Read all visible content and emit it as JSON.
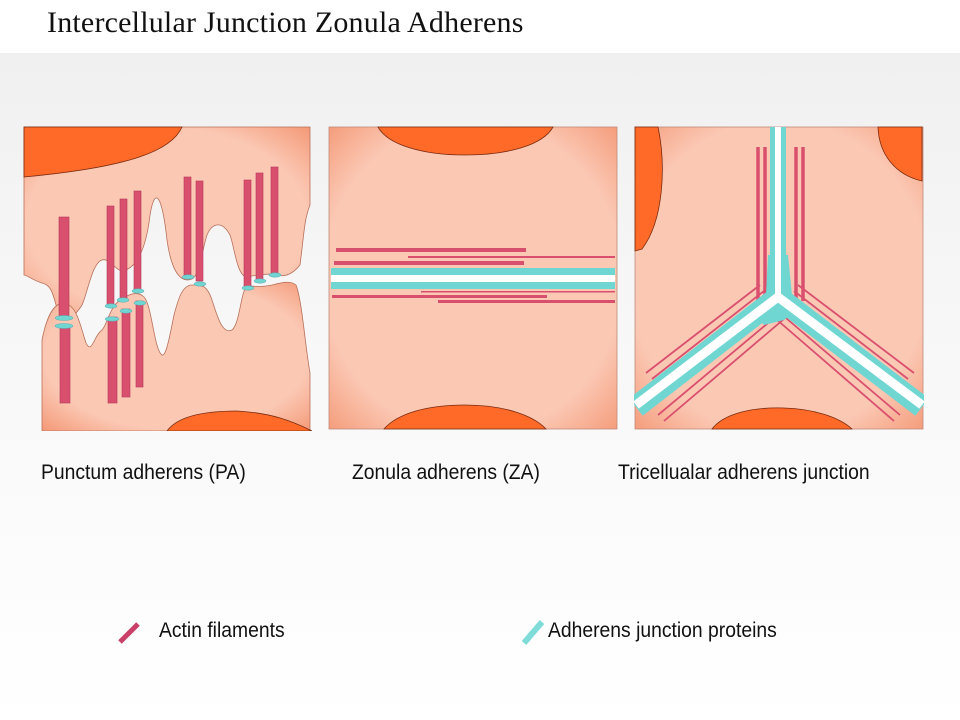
{
  "title": "Intercellular Junction Zonula Adherens",
  "colors": {
    "cell_cytoplasm": "#fbc8b4",
    "cell_edge": "#f49a78",
    "nucleus": "#ff6a28",
    "actin": "#d9506f",
    "adherens_protein": "#6fd6d2",
    "intercellular_space": "#ffffff"
  },
  "panels": [
    {
      "id": "pa",
      "caption": "Punctum adherens (PA)"
    },
    {
      "id": "za",
      "caption": "Zonula adherens (ZA)"
    },
    {
      "id": "tri",
      "caption": "Tricellualar adherens junction"
    }
  ],
  "legend": [
    {
      "label": "Actin filaments",
      "icon": "actin-swatch-icon",
      "color": "#c94068"
    },
    {
      "label": "Adherens junction proteins",
      "icon": "adherens-protein-swatch-icon",
      "color": "#7fdcd8"
    }
  ]
}
